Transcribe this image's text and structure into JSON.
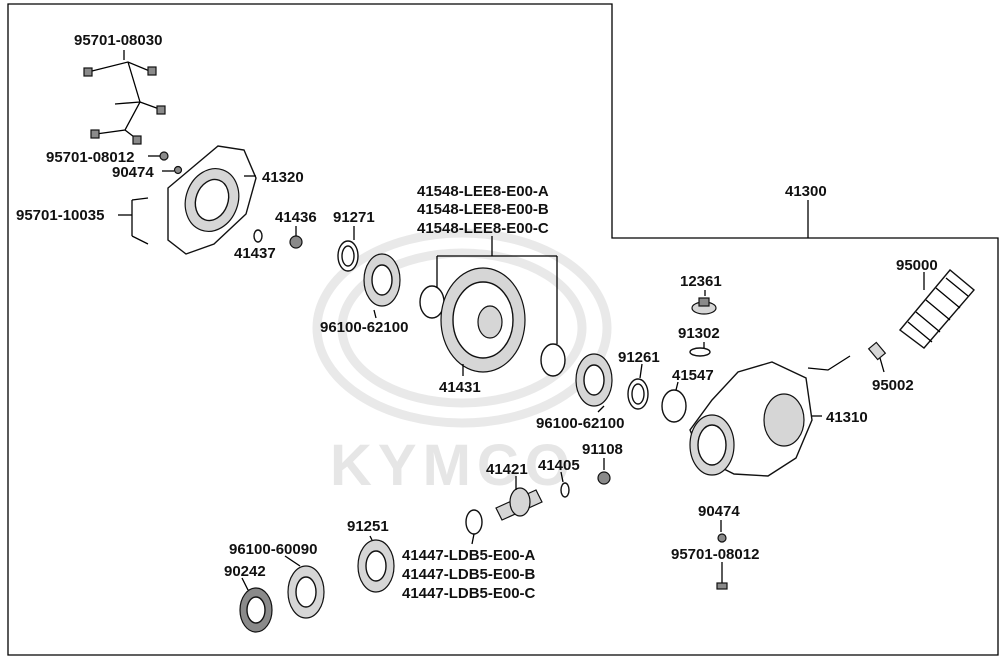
{
  "brand_watermark": "KYMCO",
  "callouts": {
    "c95701_08030": "95701-08030",
    "c95701_08012_top": "95701-08012",
    "c90474_top": "90474",
    "c95701_10035": "95701-10035",
    "c41320": "41320",
    "c41436": "41436",
    "c41437": "41437",
    "c91271": "91271",
    "c96100_62100_a": "96100-62100",
    "c41548_a": "41548-LEE8-E00-A",
    "c41548_b": "41548-LEE8-E00-B",
    "c41548_c": "41548-LEE8-E00-C",
    "c41431": "41431",
    "c41300": "41300",
    "c12361": "12361",
    "c91302": "91302",
    "c95000": "95000",
    "c95002": "95002",
    "c91261": "91261",
    "c41547": "41547",
    "c96100_62100_b": "96100-62100",
    "c41310": "41310",
    "c91108": "91108",
    "c41421": "41421",
    "c41405": "41405",
    "c90474_bottom": "90474",
    "c95701_08012_bottom": "95701-08012",
    "c91251": "91251",
    "c96100_60090": "96100-60090",
    "c90242": "90242",
    "c41447_a": "41447-LDB5-E00-A",
    "c41447_b": "41447-LDB5-E00-B",
    "c41447_c": "41447-LDB5-E00-C"
  }
}
